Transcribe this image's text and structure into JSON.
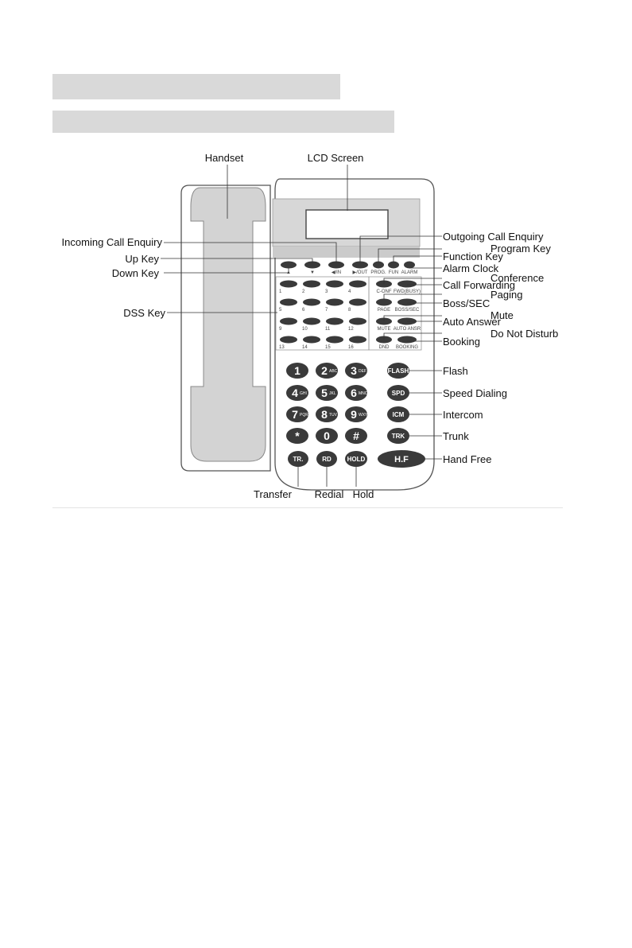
{
  "labels": {
    "handset": "Handset",
    "lcd_screen": "LCD Screen",
    "incoming_call_enquiry": "Incoming Call Enquiry",
    "outgoing_call_enquiry": "Outgoing Call Enquiry",
    "program_key": "Program Key",
    "function_key": "Function Key",
    "alarm_clock": "Alarm Clock",
    "up_key": "Up Key",
    "down_key": "Down Key",
    "conference": "Conference",
    "call_forwarding": "Call Forwarding",
    "paging": "Paging",
    "boss_sec": "Boss/SEC",
    "dss_key": "DSS Key",
    "mute": "Mute",
    "auto_answer": "Auto Answer",
    "do_not_disturb": "Do Not Disturb",
    "booking": "Booking",
    "flash": "Flash",
    "speed_dialing": "Speed Dialing",
    "intercom": "Intercom",
    "trunk": "Trunk",
    "hand_free": "Hand Free",
    "transfer": "Transfer",
    "redial": "Redial",
    "hold": "Hold"
  },
  "nav_keys": {
    "up": "▲",
    "down": "▼",
    "in": "◀/IN",
    "out": "▶/OUT",
    "prog": "PROG.",
    "fun": "FUN",
    "alarm": "ALARM"
  },
  "dss_numbers": [
    "1",
    "2",
    "3",
    "4",
    "5",
    "6",
    "7",
    "8",
    "9",
    "10",
    "11",
    "12",
    "13",
    "14",
    "15",
    "16"
  ],
  "func_keys": {
    "conf": "C-ONF",
    "fwd": "FWD(BUSY)",
    "page": "PAGE",
    "boss": "BOSS/SEC",
    "mute": "MUTE",
    "auto": "AUTO ANSR",
    "dnd": "DND",
    "booking": "BOOKING"
  },
  "keypad": [
    {
      "digit": "1",
      "letters": ""
    },
    {
      "digit": "2",
      "letters": "ABC"
    },
    {
      "digit": "3",
      "letters": "DEF"
    },
    {
      "digit": "4",
      "letters": "GHI"
    },
    {
      "digit": "5",
      "letters": "JKL"
    },
    {
      "digit": "6",
      "letters": "MNO"
    },
    {
      "digit": "7",
      "letters": "PQRS"
    },
    {
      "digit": "8",
      "letters": "TUV"
    },
    {
      "digit": "9",
      "letters": "WXYZ"
    },
    {
      "digit": "*",
      "letters": ""
    },
    {
      "digit": "0",
      "letters": ""
    },
    {
      "digit": "#",
      "letters": ""
    }
  ],
  "side_keys": {
    "flash": "FLASH",
    "spd": "SPD",
    "icm": "ICM",
    "trk": "TRK",
    "tr": "TR.",
    "rd": "RD",
    "hold": "HOLD",
    "hf": "H.F"
  },
  "colors": {
    "key": "#3a3a3a",
    "body": "#ffffff",
    "panel": "#d7d7d7",
    "bar": "#d9d9d9"
  }
}
